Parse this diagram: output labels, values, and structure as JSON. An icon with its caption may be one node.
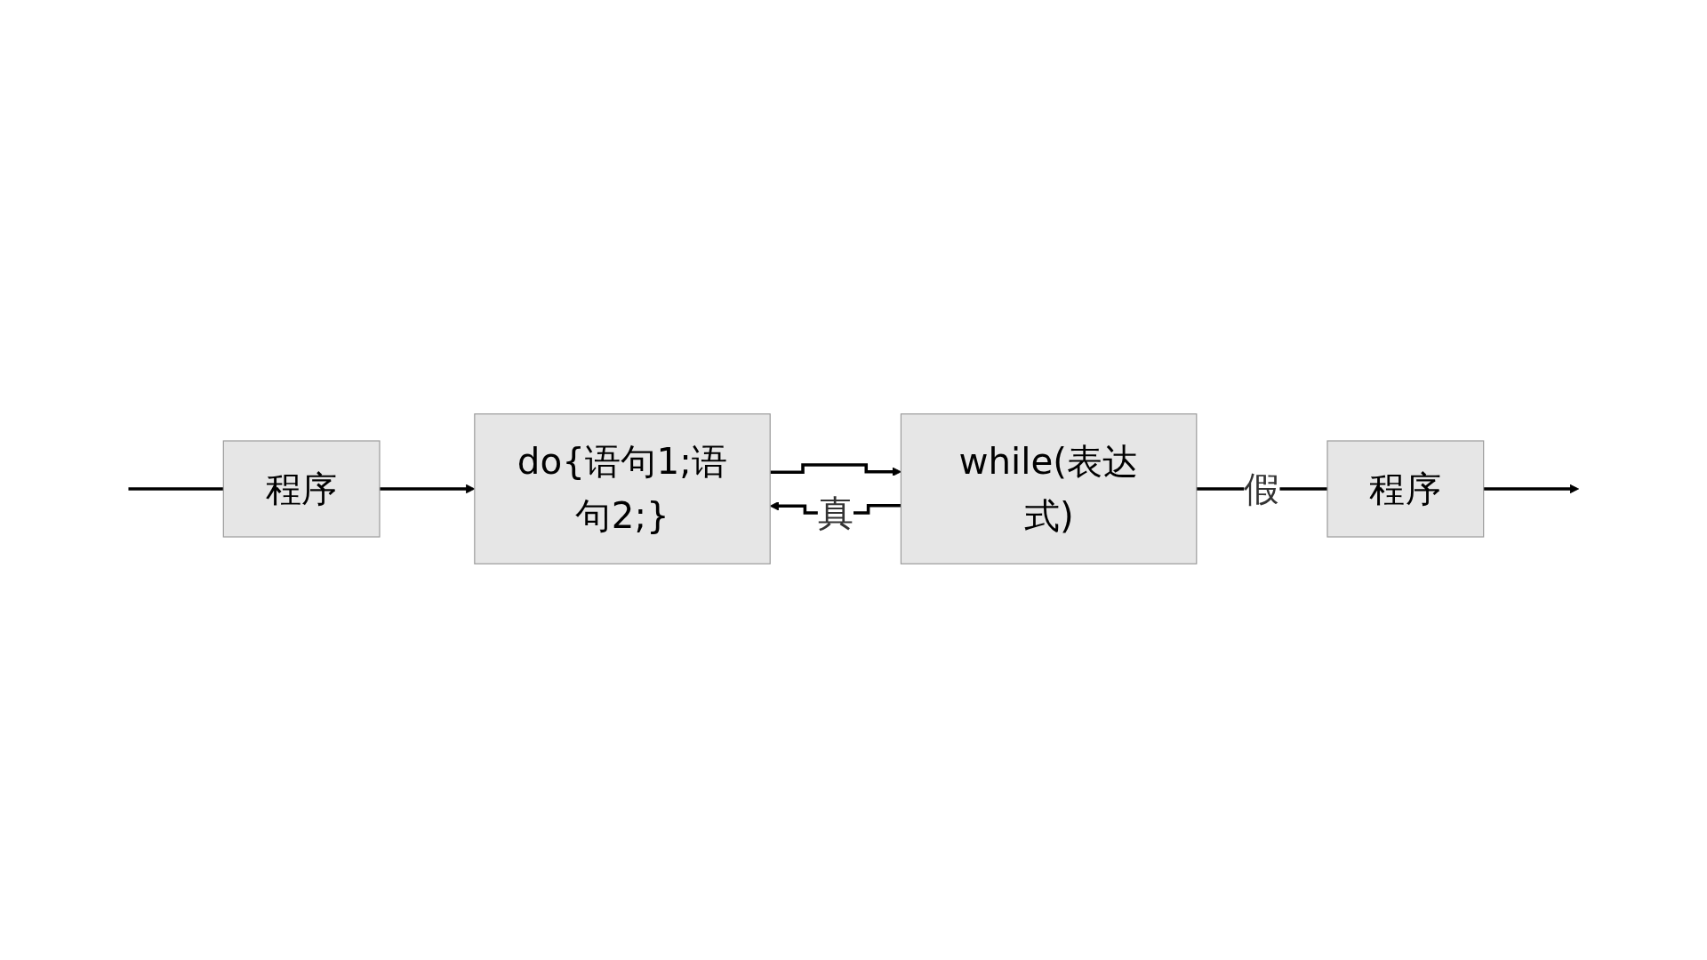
{
  "diagram": {
    "nodes": [
      {
        "text": [
          "程序"
        ]
      },
      {
        "text": [
          "do{语句1;语句2;}"
        ]
      },
      {
        "text": [
          "while(表达式)"
        ]
      },
      {
        "text": [
          "程序"
        ]
      }
    ],
    "edges": [
      {
        "from": null,
        "to": 0,
        "arrow": "none"
      },
      {
        "from": 0,
        "to": 1,
        "arrow": "to"
      },
      {
        "from": 1,
        "to": 2,
        "arrow": "to"
      },
      {
        "from": 2,
        "to": 1,
        "arrow": "to",
        "label": "真"
      },
      {
        "from": 2,
        "to": 3,
        "arrow": "none",
        "label": "假"
      },
      {
        "from": 3,
        "to": null,
        "arrow": "to"
      }
    ]
  }
}
